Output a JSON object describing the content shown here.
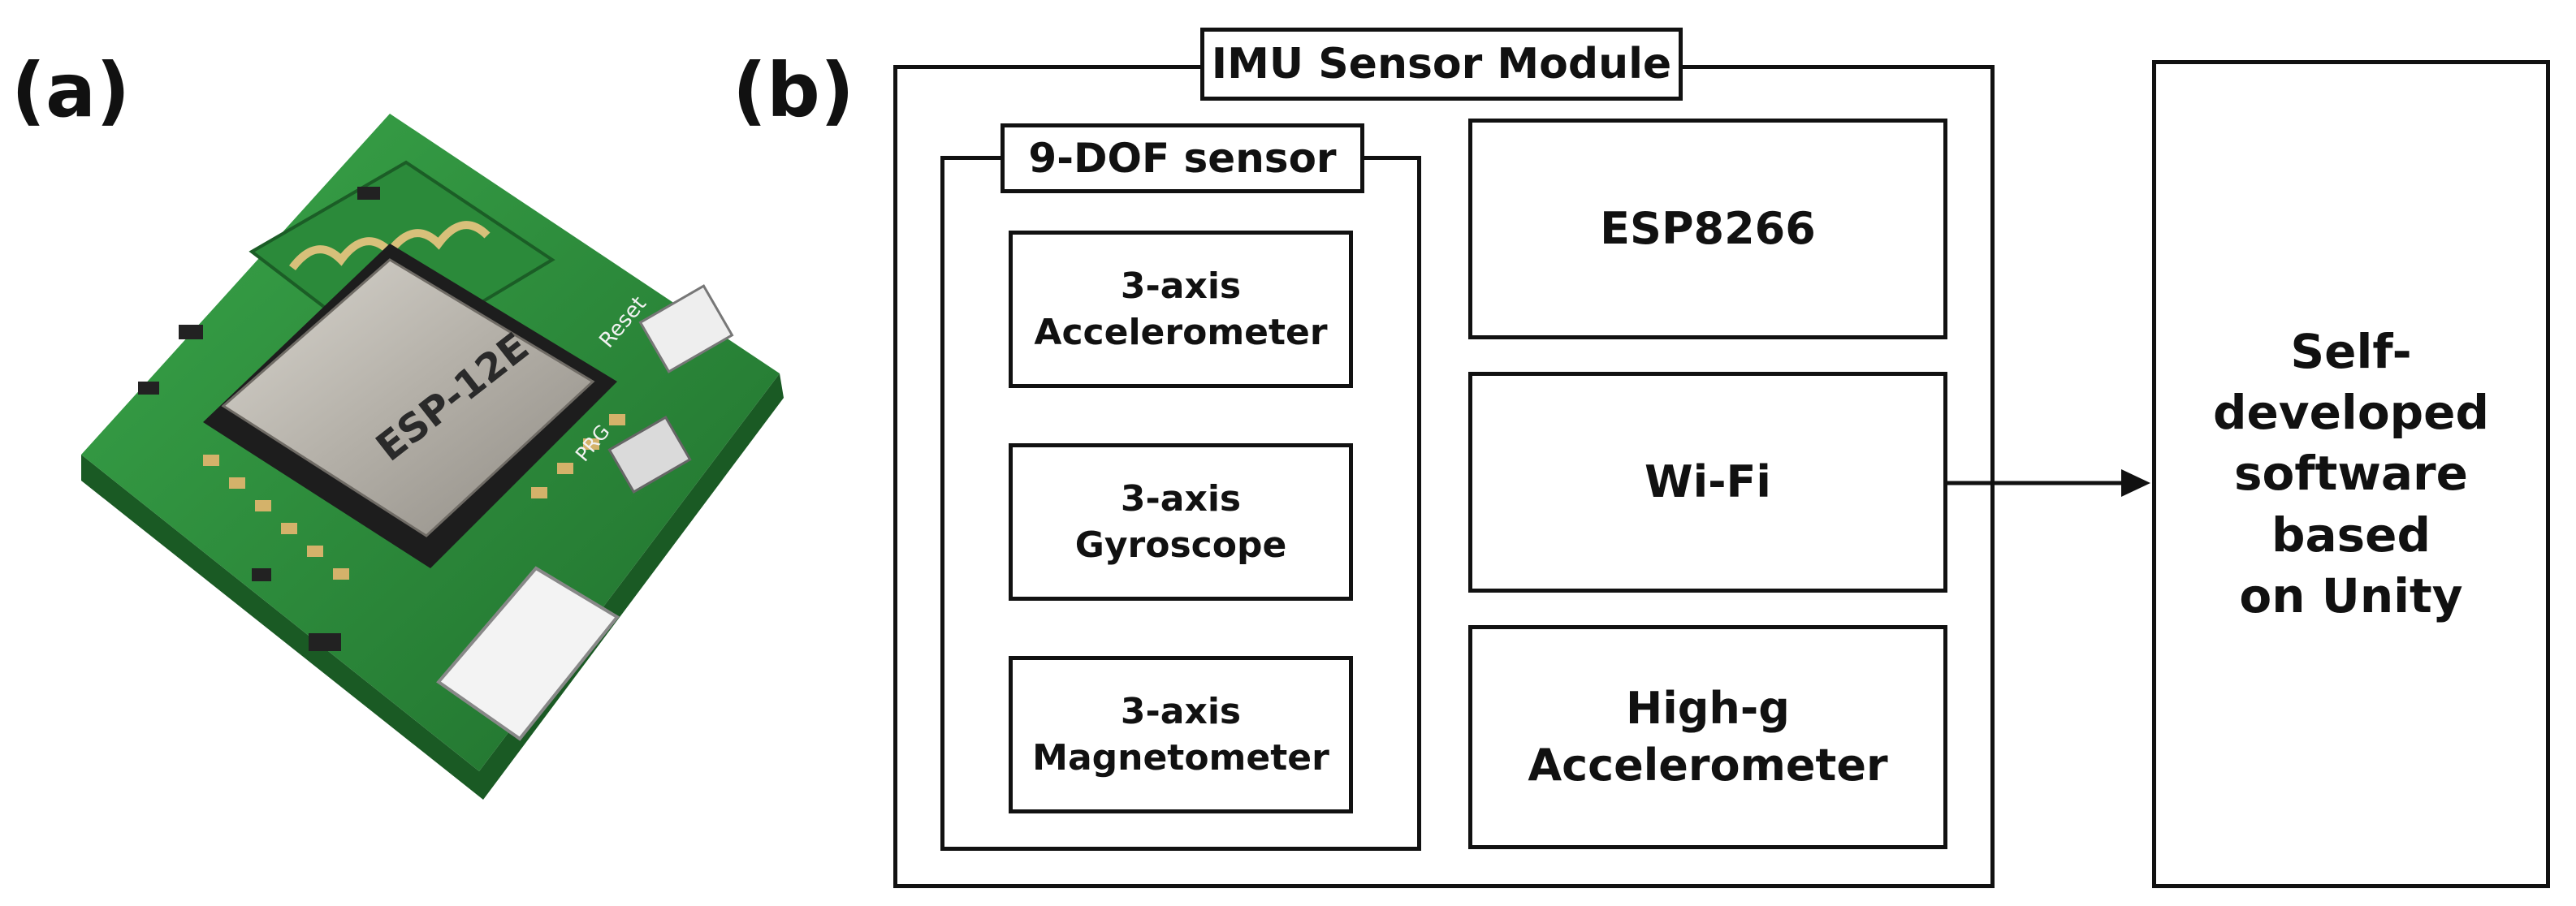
{
  "panels": {
    "a": "(a)",
    "b": "(b)"
  },
  "photo": {
    "module_marking": "ESP-12E",
    "label_reset": "Reset",
    "label_prg": "PRG"
  },
  "diagram": {
    "module_title": "IMU Sensor Module",
    "dof_title": "9-DOF sensor",
    "sensors": [
      "3-axis\nAccelerometer",
      "3-axis\nGyroscope",
      "3-axis\nMagnetometer"
    ],
    "esp": "ESP8266",
    "wifi": "Wi-Fi",
    "highg": "High-g\nAccelerometer",
    "software": "Self-developed\nsoftware based\non Unity"
  },
  "colors": {
    "line": "#111111",
    "pcb_green": "#2e8a3c",
    "shield_silver": "#b9b6b0"
  }
}
